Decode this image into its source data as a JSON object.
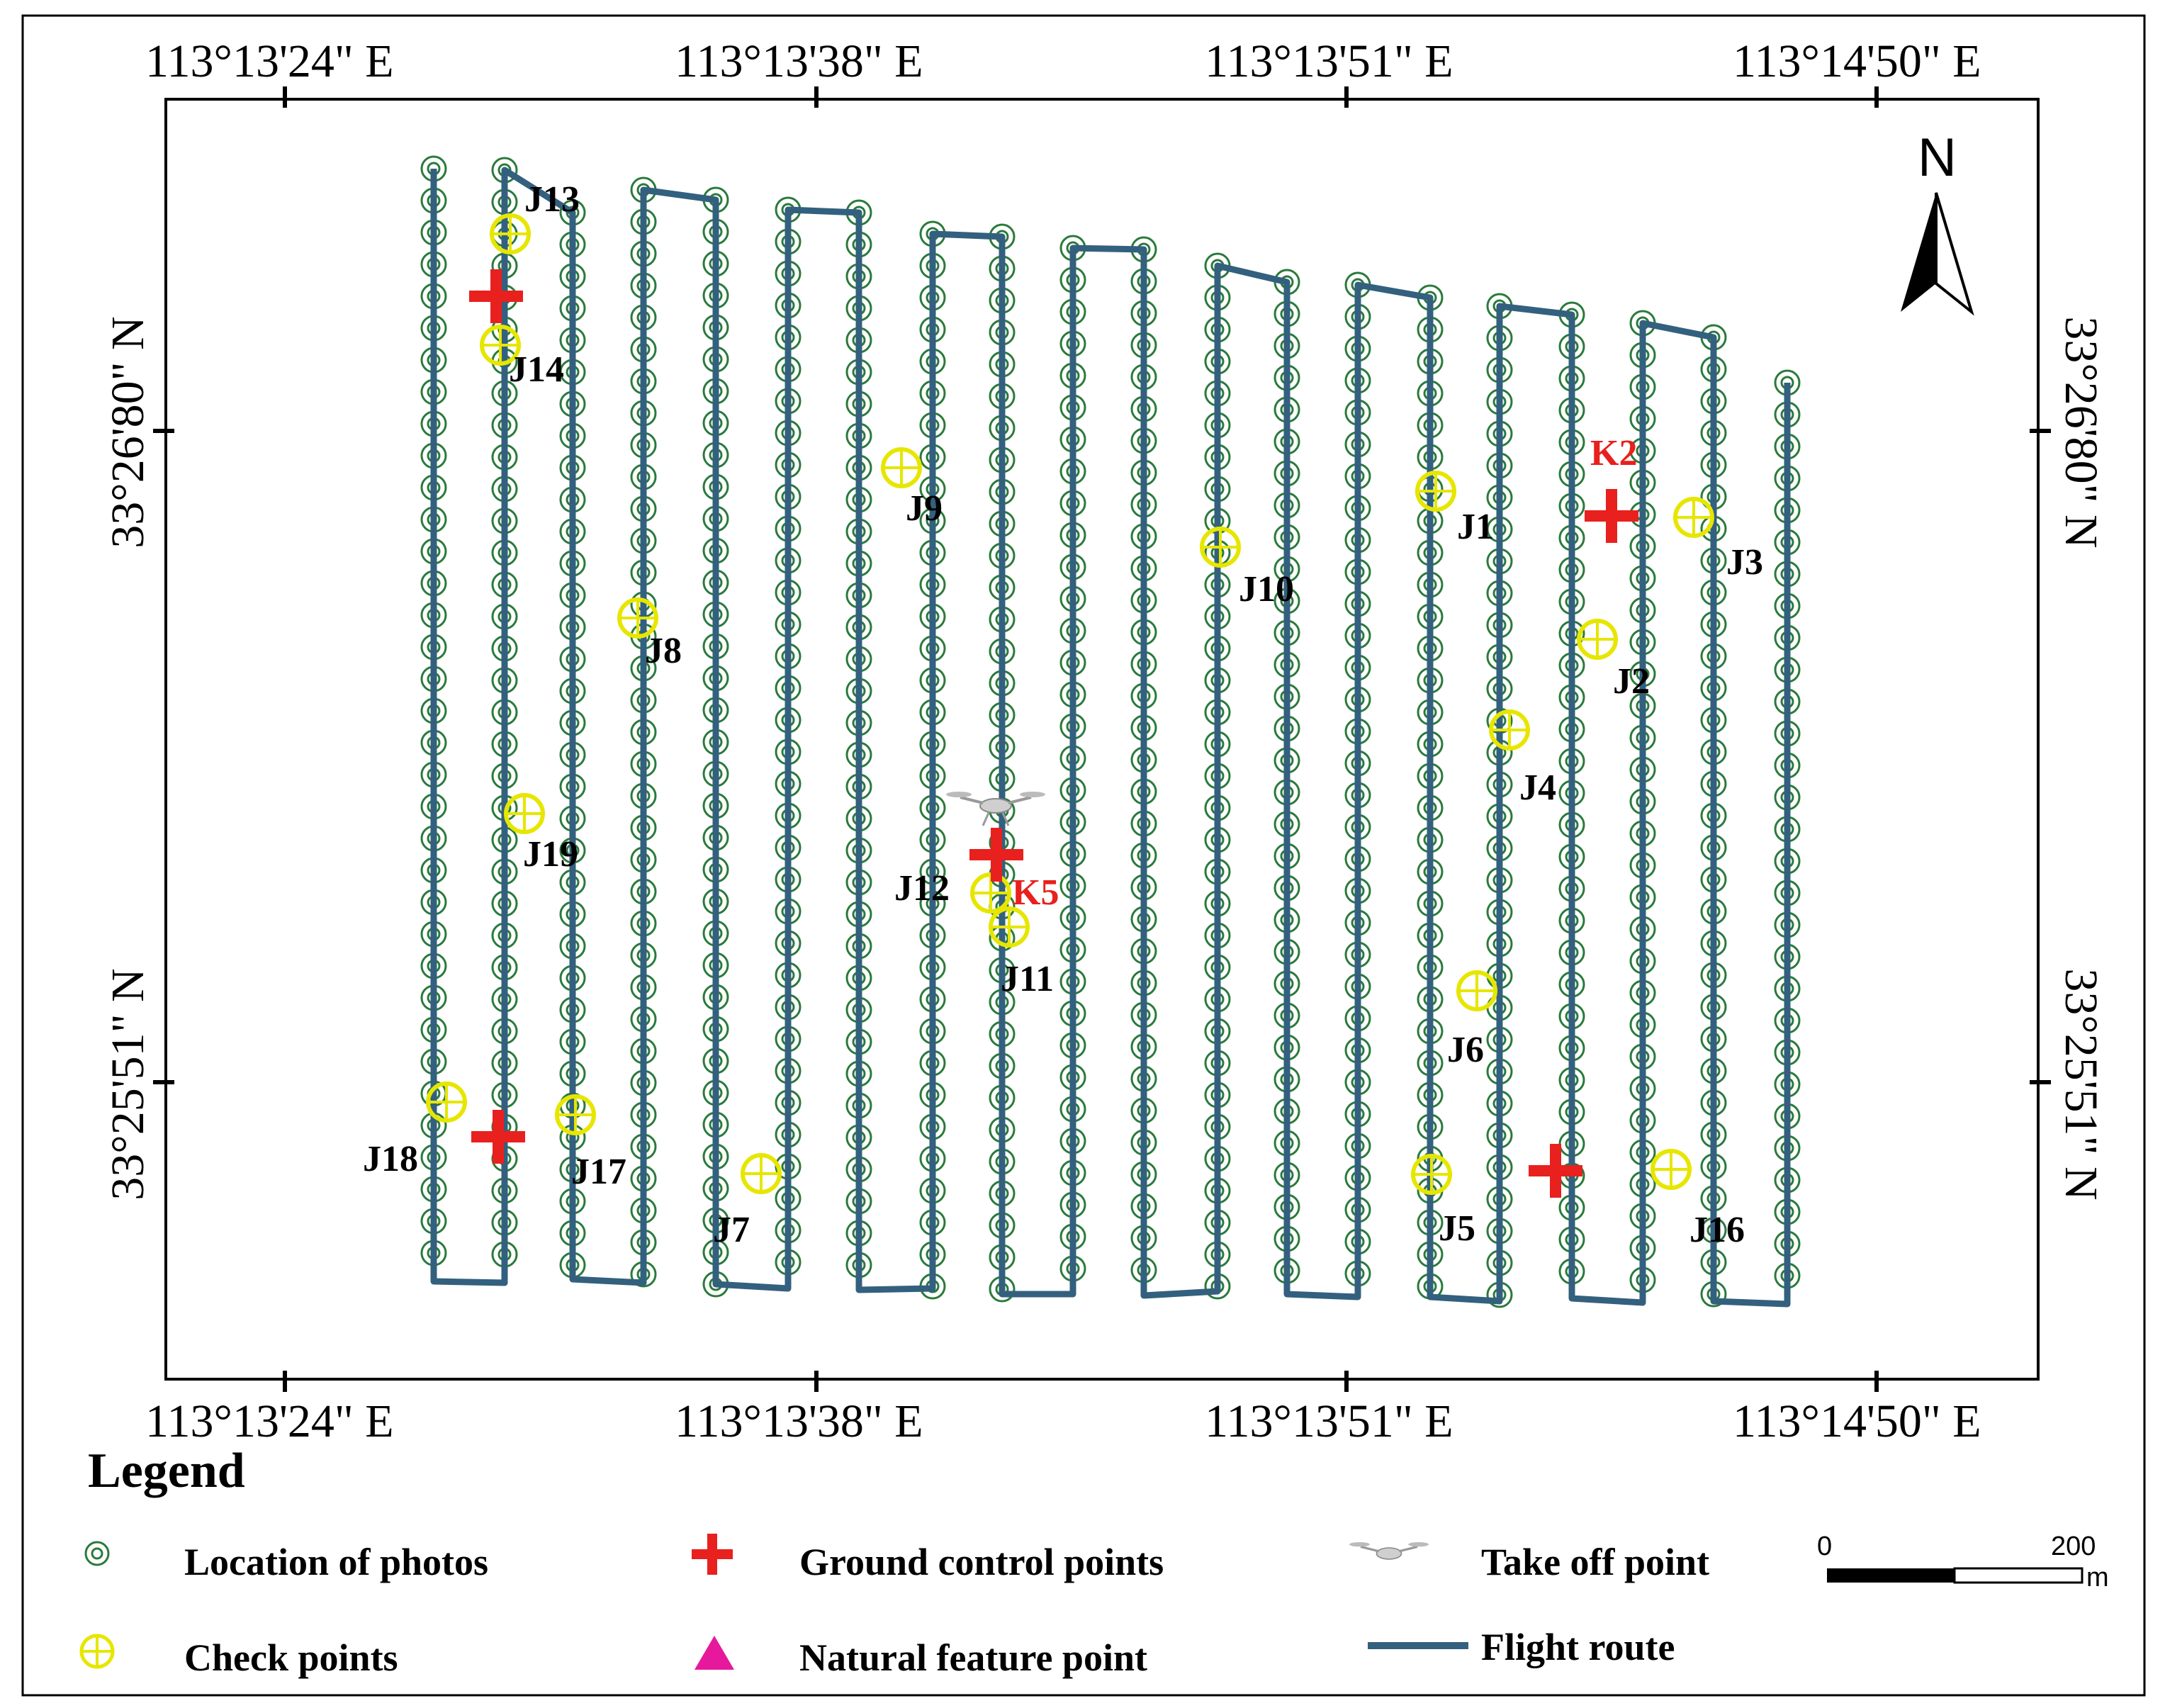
{
  "coords": {
    "top": [
      "113°13'24\" E",
      "113°13'38\" E",
      "113°13'51\" E",
      "113°14'50\" E"
    ],
    "bottom": [
      "113°13'24\" E",
      "113°13'38\" E",
      "113°13'51\" E",
      "113°14'50\" E"
    ],
    "left": [
      "33°26'80\" N",
      "33°25'51\" N"
    ],
    "right": [
      "33°26'80\" N",
      "33°25'51\" N"
    ]
  },
  "north_label": "N",
  "check_points": [
    "J13",
    "J14",
    "J9",
    "J8",
    "J10",
    "J1",
    "J3",
    "J2",
    "J4",
    "J19",
    "J12",
    "J11",
    "J6",
    "J18",
    "J17",
    "J7",
    "J5",
    "J16"
  ],
  "control_points": [
    "K2",
    "K5"
  ],
  "legend": {
    "title": "Legend",
    "photos": "Location of photos",
    "gcp": "Ground control points",
    "takeoff": "Take off point",
    "checks": "Check points",
    "natural": "Natural feature point",
    "route": "Flight route"
  },
  "scale": {
    "start": "0",
    "end": "200",
    "unit": "m"
  },
  "colors": {
    "route": "#33607e",
    "photo": "#2a7a3a",
    "check": "#e6e600",
    "gcp": "#e8201e",
    "natural": "#e6199d"
  }
}
